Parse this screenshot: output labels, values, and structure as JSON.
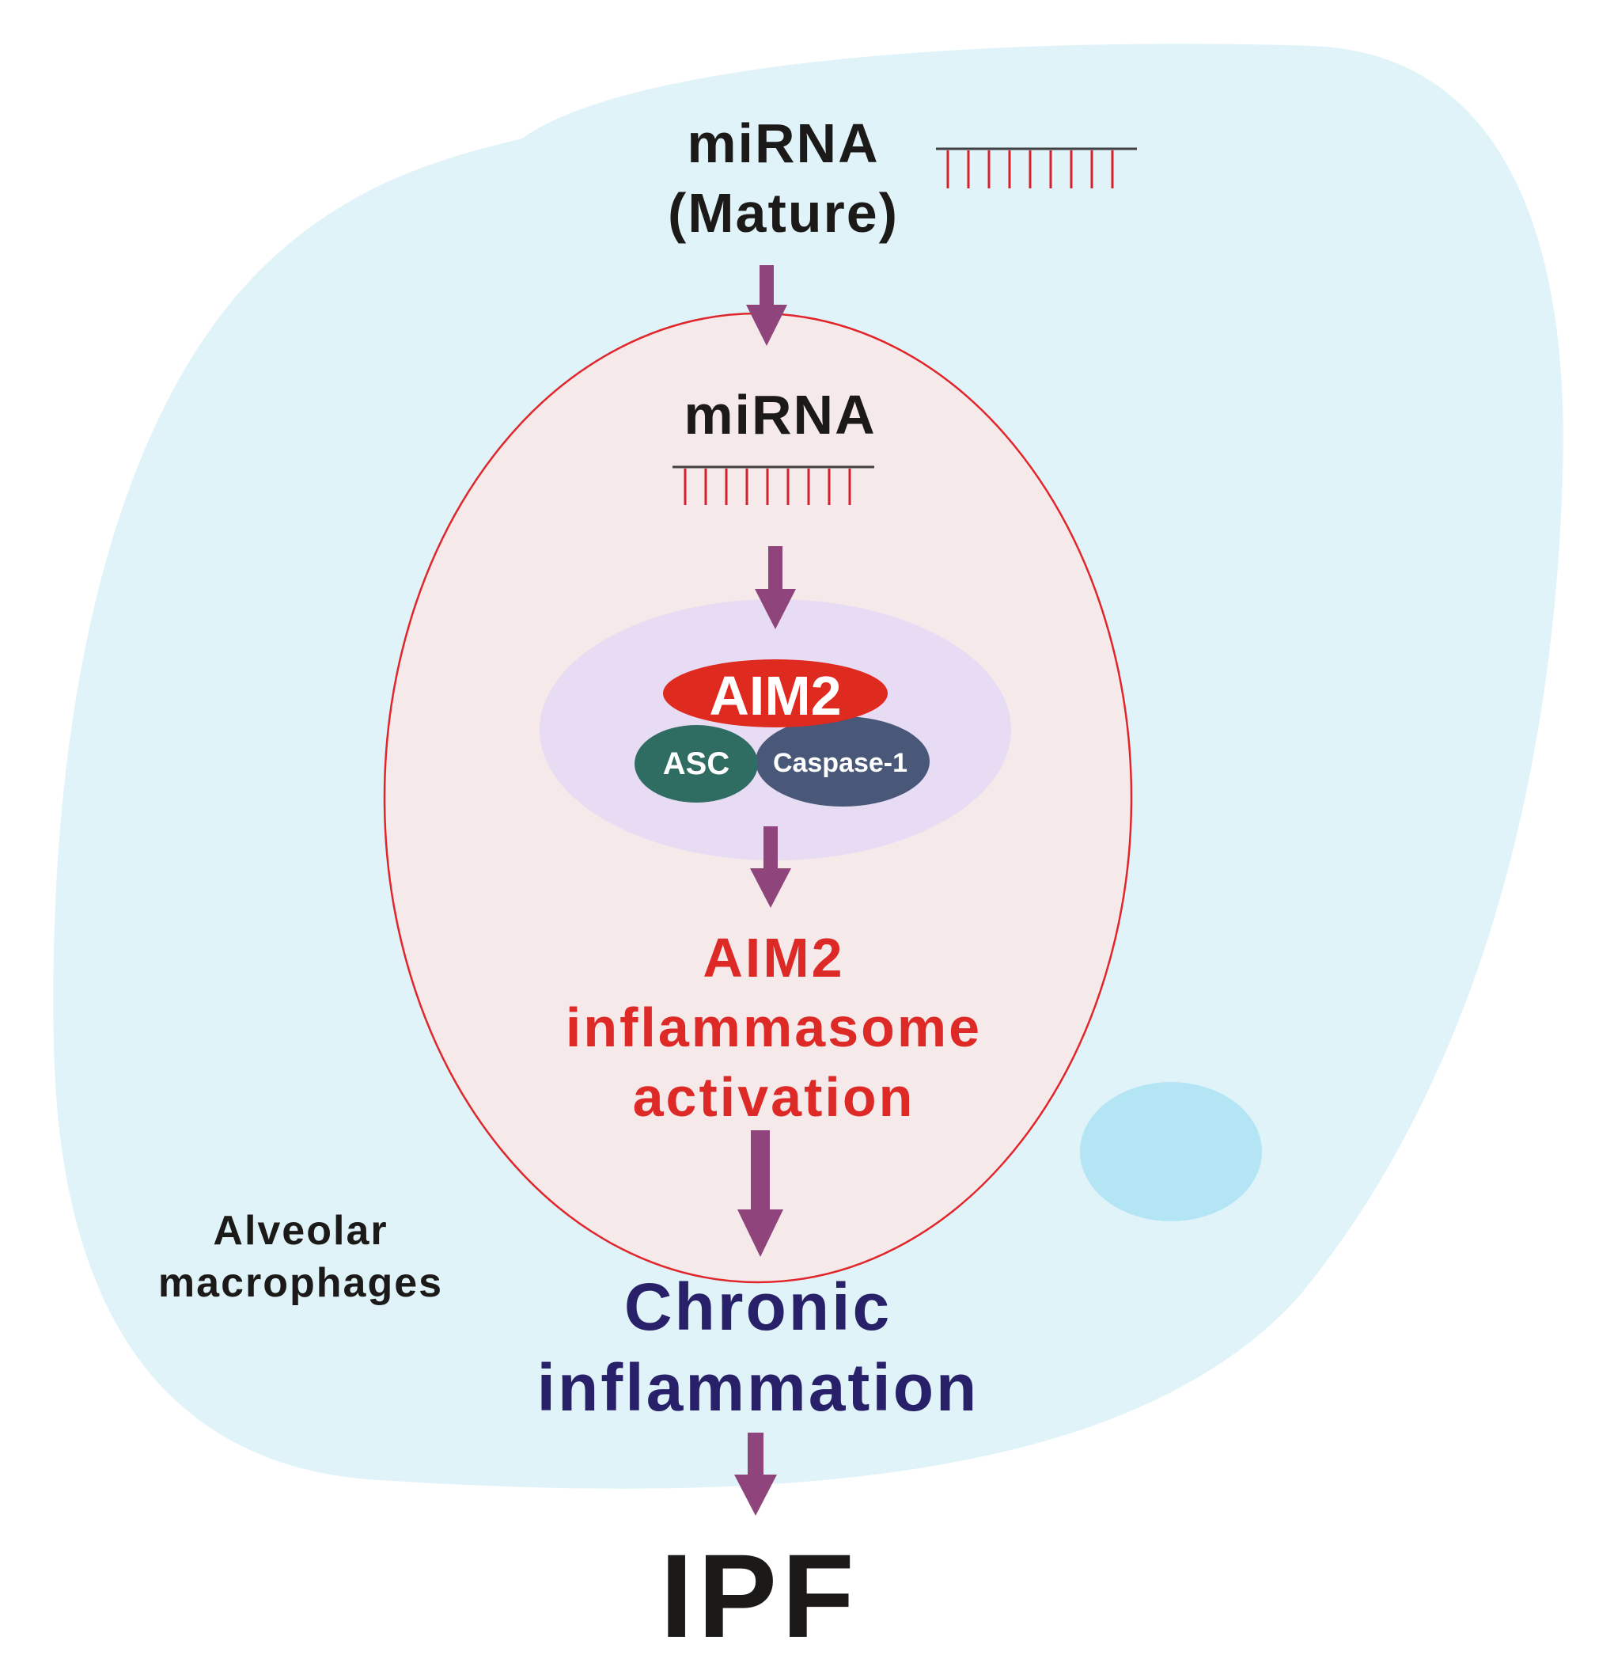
{
  "labels": {
    "mirna_outside_line1": "miRNA",
    "mirna_outside_line2": "(Mature)",
    "mirna_inside": "miRNA",
    "aim2": "AIM2",
    "asc": "ASC",
    "caspase": "Caspase-1",
    "activation_line1": "AIM2",
    "activation_line2": "inflammasome",
    "activation_line3": "activation",
    "cell_line1": "Alveolar",
    "cell_line2": "macrophages",
    "chronic_line1": "Chronic",
    "chronic_line2": "inflammation",
    "ipf": "IPF"
  },
  "colors": {
    "cell": "#dff3f9",
    "organelle": "#b4e5f4",
    "nucleus_fill": "#f5e9ea",
    "nucleus_stroke": "#e0262b",
    "halo": "#e7dcf3",
    "aim2": "#df2a20",
    "asc": "#2f6d63",
    "caspase": "#495778",
    "arrow": "#8f457b",
    "mirna_strand": "#d4212c",
    "text_dark": "#1c1a18",
    "text_red": "#dd2a26",
    "text_navy": "#28216a"
  }
}
